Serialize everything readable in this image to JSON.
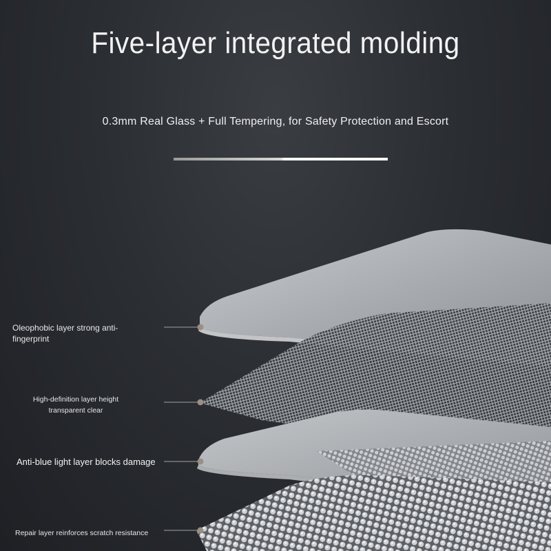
{
  "header": {
    "title": "Five-layer integrated molding",
    "subtitle": "0.3mm Real Glass + Full Tempering, for Safety Protection and Escort"
  },
  "layers": [
    {
      "label": "Oleophobic layer strong anti-fingerprint"
    },
    {
      "label": "High-definition layer height transparent clear"
    },
    {
      "label": "Anti-blue light layer blocks damage"
    },
    {
      "label": "Repair layer reinforces scratch resistance"
    }
  ],
  "colors": {
    "background": "#2b2e33",
    "text": "#ffffff",
    "pointer": "#8a8a8a"
  }
}
